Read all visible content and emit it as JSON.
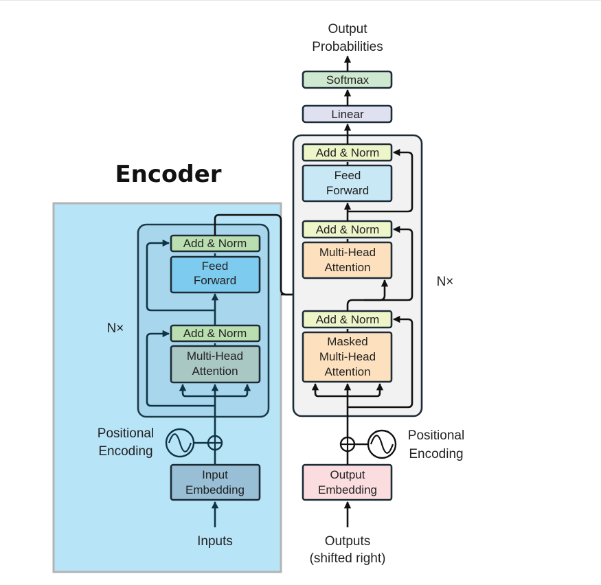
{
  "encoder": {
    "title": "Encoder",
    "add_norm_top": "Add & Norm",
    "feed_forward_1": "Feed",
    "feed_forward_2": "Forward",
    "add_norm_bottom": "Add & Norm",
    "attention_1": "Multi-Head",
    "attention_2": "Attention",
    "nx": "N×",
    "positional_1": "Positional",
    "positional_2": "Encoding",
    "embedding_1": "Input",
    "embedding_2": "Embedding",
    "input_label": "Inputs"
  },
  "decoder": {
    "output_probs_1": "Output",
    "output_probs_2": "Probabilities",
    "softmax": "Softmax",
    "linear": "Linear",
    "add_norm_top": "Add & Norm",
    "feed_forward_1": "Feed",
    "feed_forward_2": "Forward",
    "add_norm_mid": "Add & Norm",
    "attention_1": "Multi-Head",
    "attention_2": "Attention",
    "nx": "N×",
    "add_norm_bottom": "Add & Norm",
    "masked_1": "Masked",
    "masked_2": "Multi-Head",
    "masked_3": "Attention",
    "positional_1": "Positional",
    "positional_2": "Encoding",
    "embedding_1": "Output",
    "embedding_2": "Embedding",
    "output_label_1": "Outputs",
    "output_label_2": "(shifted right)"
  },
  "colors": {
    "encoder_highlight": "#b8e4f7",
    "encoder_highlight_border": "#b3b3b3",
    "stack_fill": "#f2f2f2",
    "add_norm": "#eef5c9",
    "feed_forward": "#c8e8f5",
    "attention": "#fde0bd",
    "linear": "#dfe0f0",
    "softmax": "#cfe8d0",
    "output_embedding": "#fbdde0"
  }
}
